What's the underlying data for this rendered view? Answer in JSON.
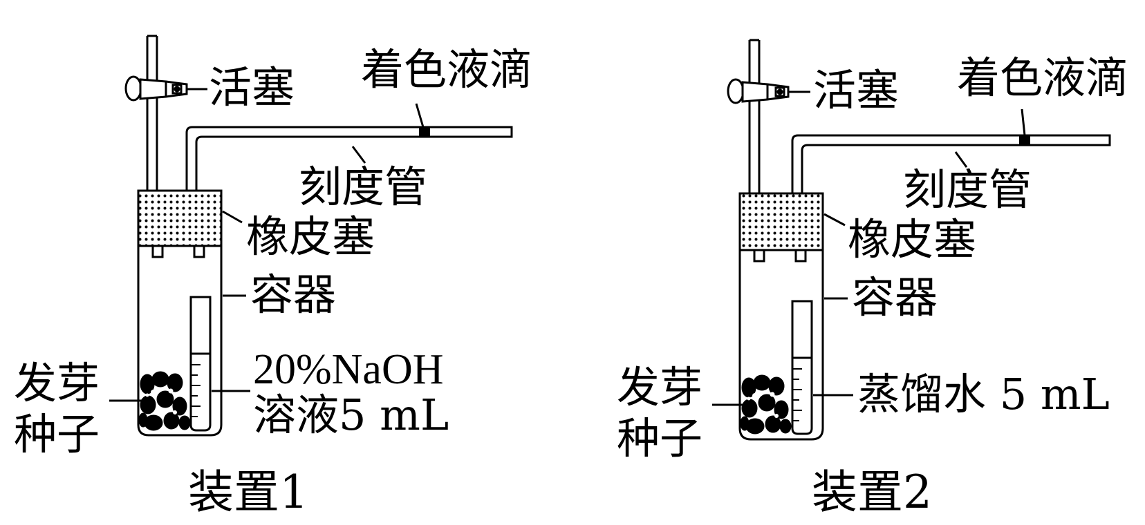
{
  "apparatus": [
    {
      "caption": "装置1",
      "labels": {
        "stopcock": "活塞",
        "colored_droplet": "着色液滴",
        "graduated_tube": "刻度管",
        "rubber_stopper": "橡皮塞",
        "container": "容器",
        "germinating_seeds_line1": "发芽",
        "germinating_seeds_line2": "种子",
        "solution_line1": "20%NaOH",
        "solution_line2": "溶液5 mL"
      }
    },
    {
      "caption": "装置2",
      "labels": {
        "stopcock": "活塞",
        "colored_droplet": "着色液滴",
        "graduated_tube": "刻度管",
        "rubber_stopper": "橡皮塞",
        "container": "容器",
        "germinating_seeds_line1": "发芽",
        "germinating_seeds_line2": "种子",
        "solution": "蒸馏水 5 mL"
      }
    }
  ]
}
